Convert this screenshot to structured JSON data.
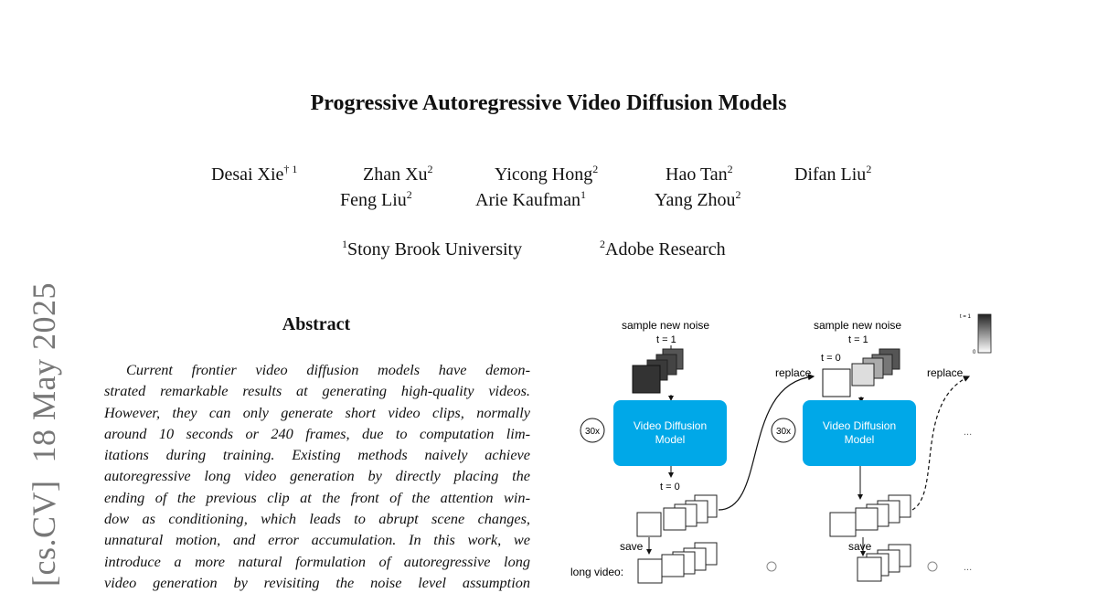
{
  "side": {
    "category": "[cs.CV]",
    "date": "18 May 2025"
  },
  "title": "Progressive Autoregressive Video Diffusion Models",
  "authors": [
    {
      "name": "Desai Xie",
      "sup": "† 1"
    },
    {
      "name": "Zhan Xu",
      "sup": "2"
    },
    {
      "name": "Yicong Hong",
      "sup": "2"
    },
    {
      "name": "Hao Tan",
      "sup": "2"
    },
    {
      "name": "Difan Liu",
      "sup": "2"
    },
    {
      "name": "Feng Liu",
      "sup": "2"
    },
    {
      "name": "Arie Kaufman",
      "sup": "1"
    },
    {
      "name": "Yang Zhou",
      "sup": "2"
    }
  ],
  "affiliations": [
    {
      "sup": "1",
      "name": "Stony Brook University"
    },
    {
      "sup": "2",
      "name": "Adobe Research"
    }
  ],
  "abstract_heading": "Abstract",
  "abstract_lines": [
    "Current frontier video diffusion models have demon-",
    "strated remarkable results at generating high-quality videos.",
    "However, they can only generate short video clips, normally",
    "around 10 seconds or 240 frames, due to computation lim-",
    "itations during training. Existing methods naively achieve",
    "autoregressive long video generation by directly placing the",
    "ending of the previous clip at the front of the attention win-",
    "dow as conditioning, which leads to abrupt scene changes,",
    "unnatural motion, and error accumulation. In this work, we",
    "introduce a more natural formulation of autoregressive long",
    "video generation by revisiting the noise level assumption"
  ],
  "figure": {
    "left": {
      "sample": "sample new noise",
      "t_top": "t = 1",
      "box_line1": "Video Diffusion",
      "box_line2": "Model",
      "loop": "30x",
      "t_bottom": "t = 0",
      "save": "save",
      "long_video": "long video:"
    },
    "right": {
      "sample": "sample new noise",
      "t_top": "t = 1",
      "t_zero": "t = 0",
      "replace_left": "replace",
      "replace_right": "replace",
      "box_line1": "Video Diffusion",
      "box_line2": "Model",
      "loop": "30x",
      "save": "save",
      "ellipsis": "..."
    },
    "colorbar": {
      "top": "t = 1",
      "bottom": "0"
    },
    "colors": {
      "model_box": "#00a8e8",
      "dark_frame": "#3a3a3a"
    }
  }
}
